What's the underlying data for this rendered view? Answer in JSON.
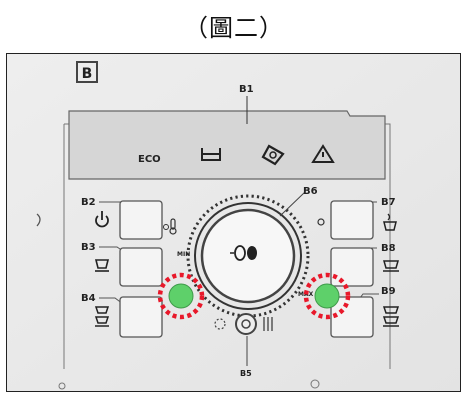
{
  "caption": "（圖二）",
  "labels": {
    "b_icon": "B",
    "b1": "B1",
    "b2": "B2",
    "b3": "B3",
    "b4": "B4",
    "b5": "B5",
    "b6": "B6",
    "b7": "B7",
    "b8": "B8",
    "b9": "B9",
    "eco": "ECO",
    "min": "MIN",
    "max": "MAX"
  },
  "colors": {
    "panel": "#dcdcdc",
    "highlight_fill": "#5ed06a",
    "highlight_ring": "#e8182a"
  },
  "icons": [
    "eco-icon",
    "water-tank-icon",
    "descale-icon",
    "warning-icon",
    "power-icon",
    "temperature-icon",
    "single-cup-icon",
    "double-cup-icon",
    "two-cups-icon",
    "steam-icon",
    "hot-water-icon",
    "bean-icon"
  ]
}
